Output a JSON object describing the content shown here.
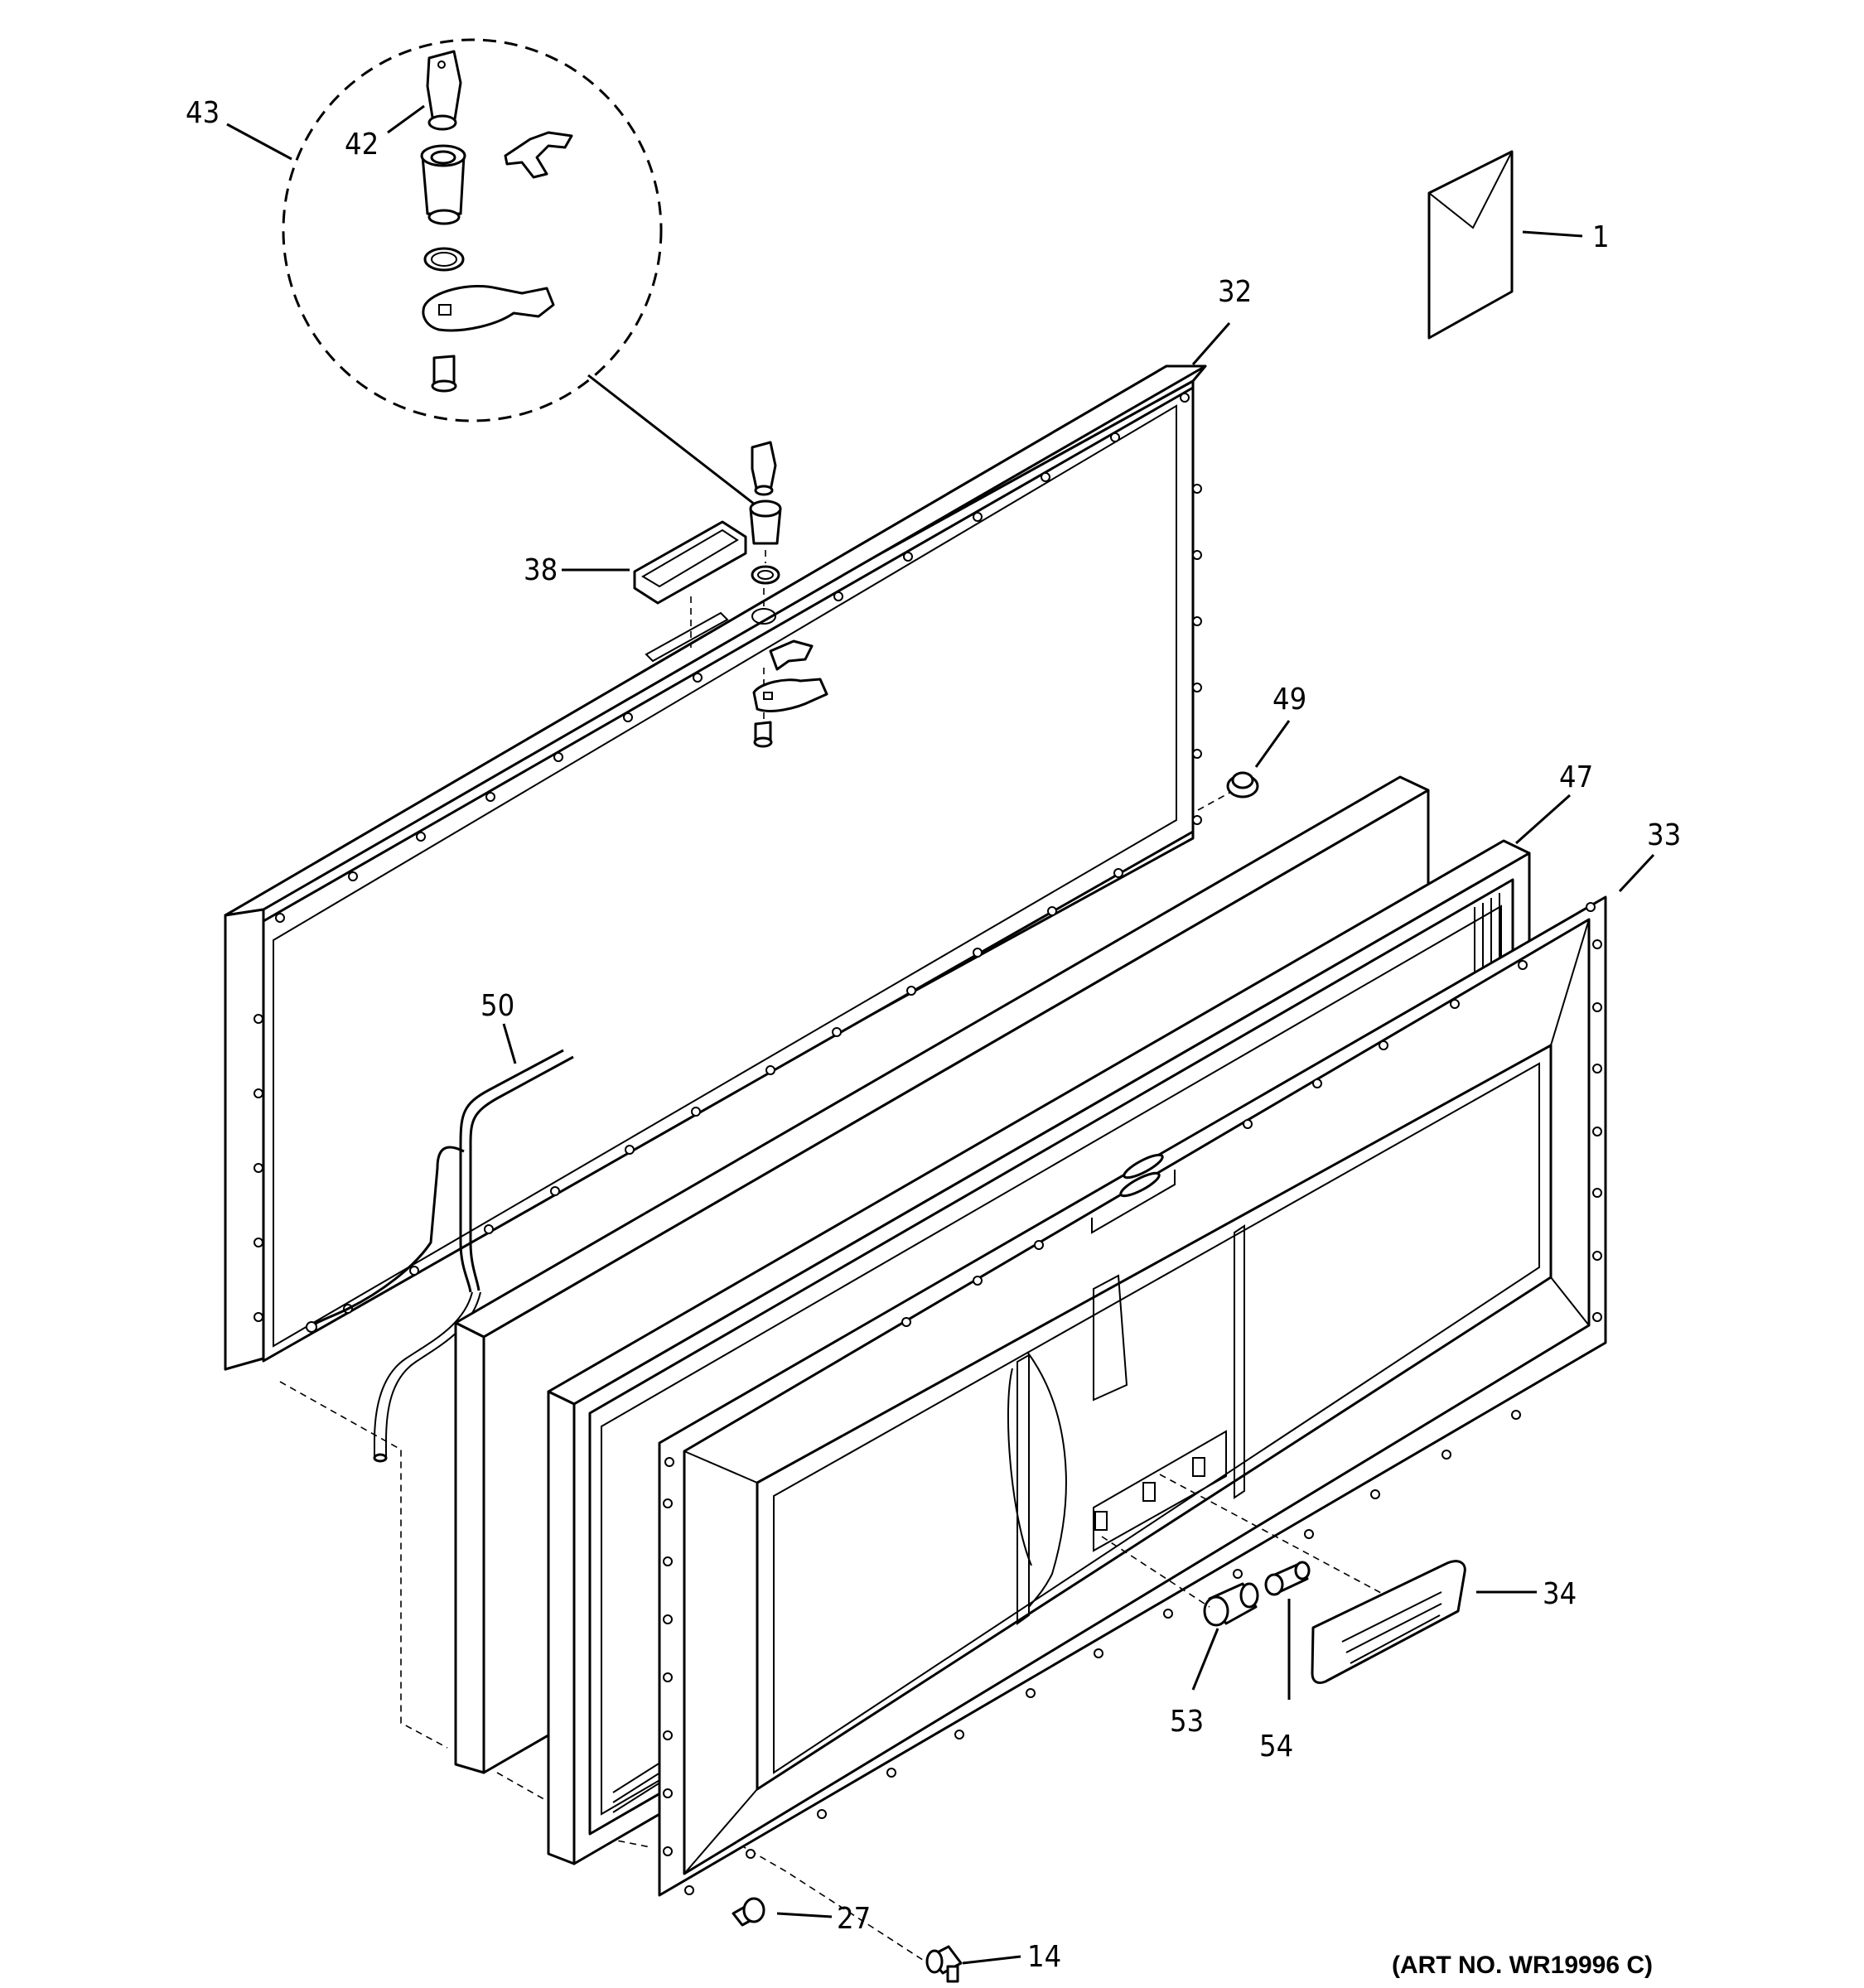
{
  "diagram": {
    "art_number": "(ART NO. WR19996 C)",
    "callouts": [
      {
        "id": "c1",
        "label": "1"
      },
      {
        "id": "c14",
        "label": "14"
      },
      {
        "id": "c27",
        "label": "27"
      },
      {
        "id": "c32",
        "label": "32"
      },
      {
        "id": "c33",
        "label": "33"
      },
      {
        "id": "c34",
        "label": "34"
      },
      {
        "id": "c38",
        "label": "38"
      },
      {
        "id": "c42",
        "label": "42"
      },
      {
        "id": "c43",
        "label": "43"
      },
      {
        "id": "c47",
        "label": "47"
      },
      {
        "id": "c49",
        "label": "49"
      },
      {
        "id": "c50",
        "label": "50"
      },
      {
        "id": "c53",
        "label": "53"
      },
      {
        "id": "c54",
        "label": "54"
      }
    ]
  }
}
